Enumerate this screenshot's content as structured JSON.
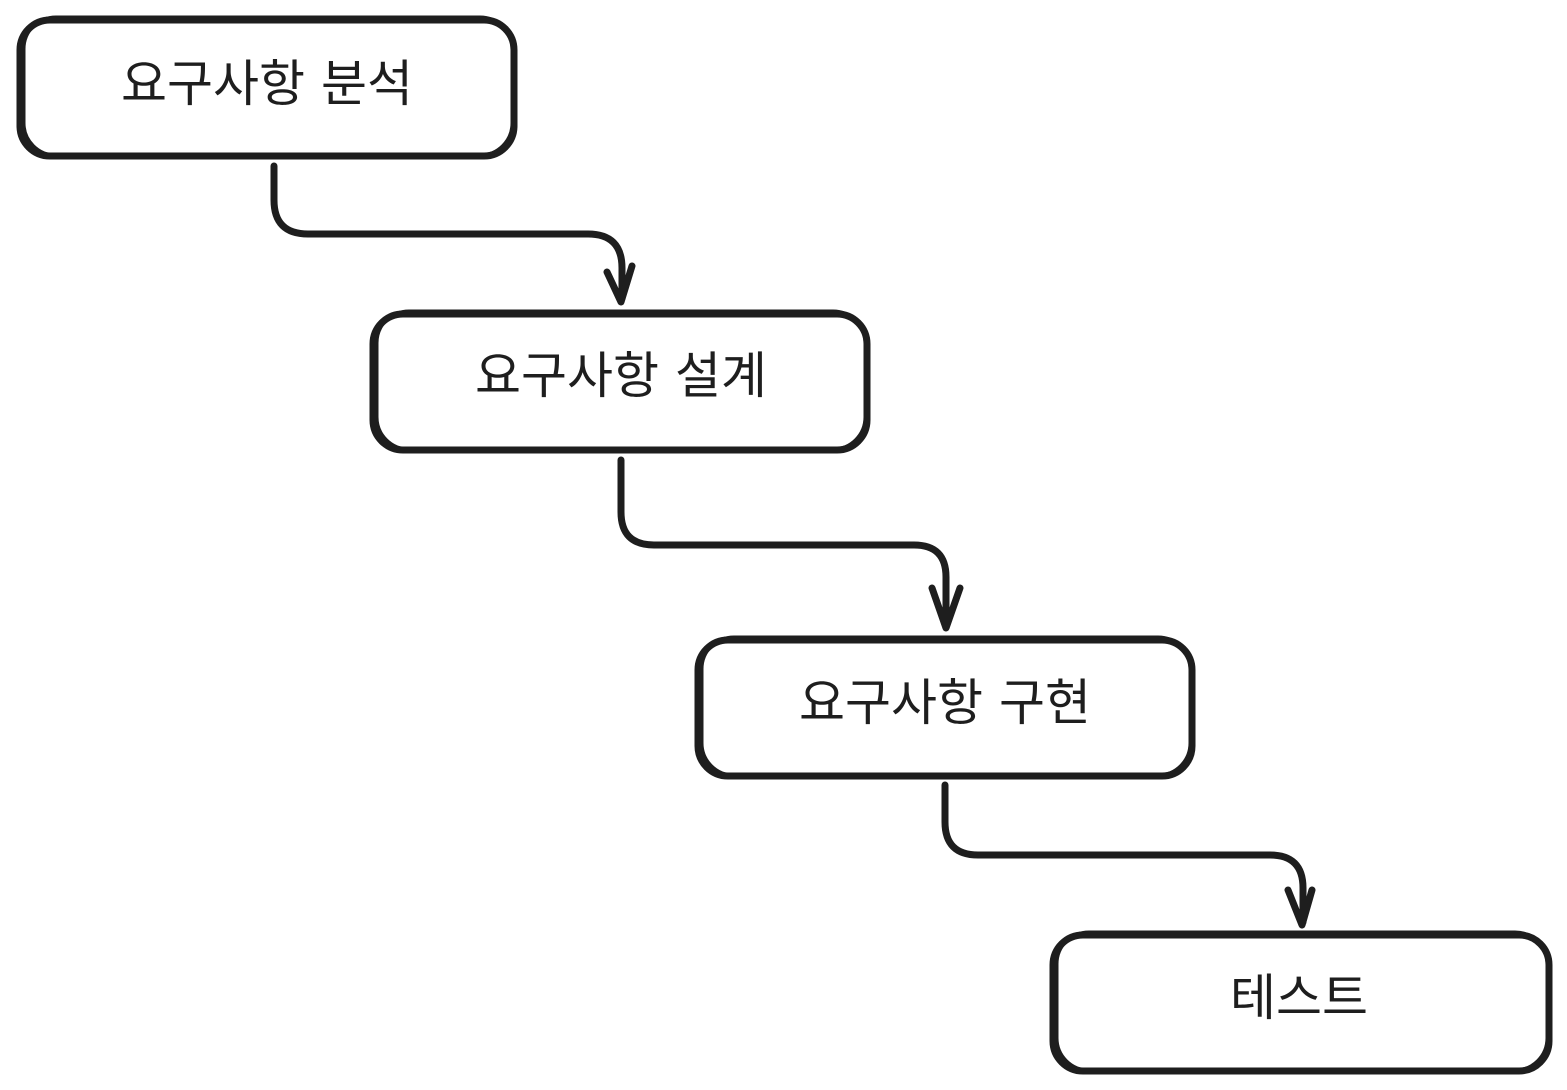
{
  "diagram": {
    "colors": {
      "stroke": "#1e1e1e",
      "background": "#ffffff",
      "node_fill": "#ffffff"
    },
    "nodes": [
      {
        "id": "analysis",
        "label": "요구사항 분석"
      },
      {
        "id": "design",
        "label": "요구사항 설계"
      },
      {
        "id": "implementation",
        "label": "요구사항 구현"
      },
      {
        "id": "test",
        "label": "테스트"
      }
    ],
    "edges": [
      {
        "from": "analysis",
        "to": "design"
      },
      {
        "from": "design",
        "to": "implementation"
      },
      {
        "from": "implementation",
        "to": "test"
      }
    ]
  }
}
